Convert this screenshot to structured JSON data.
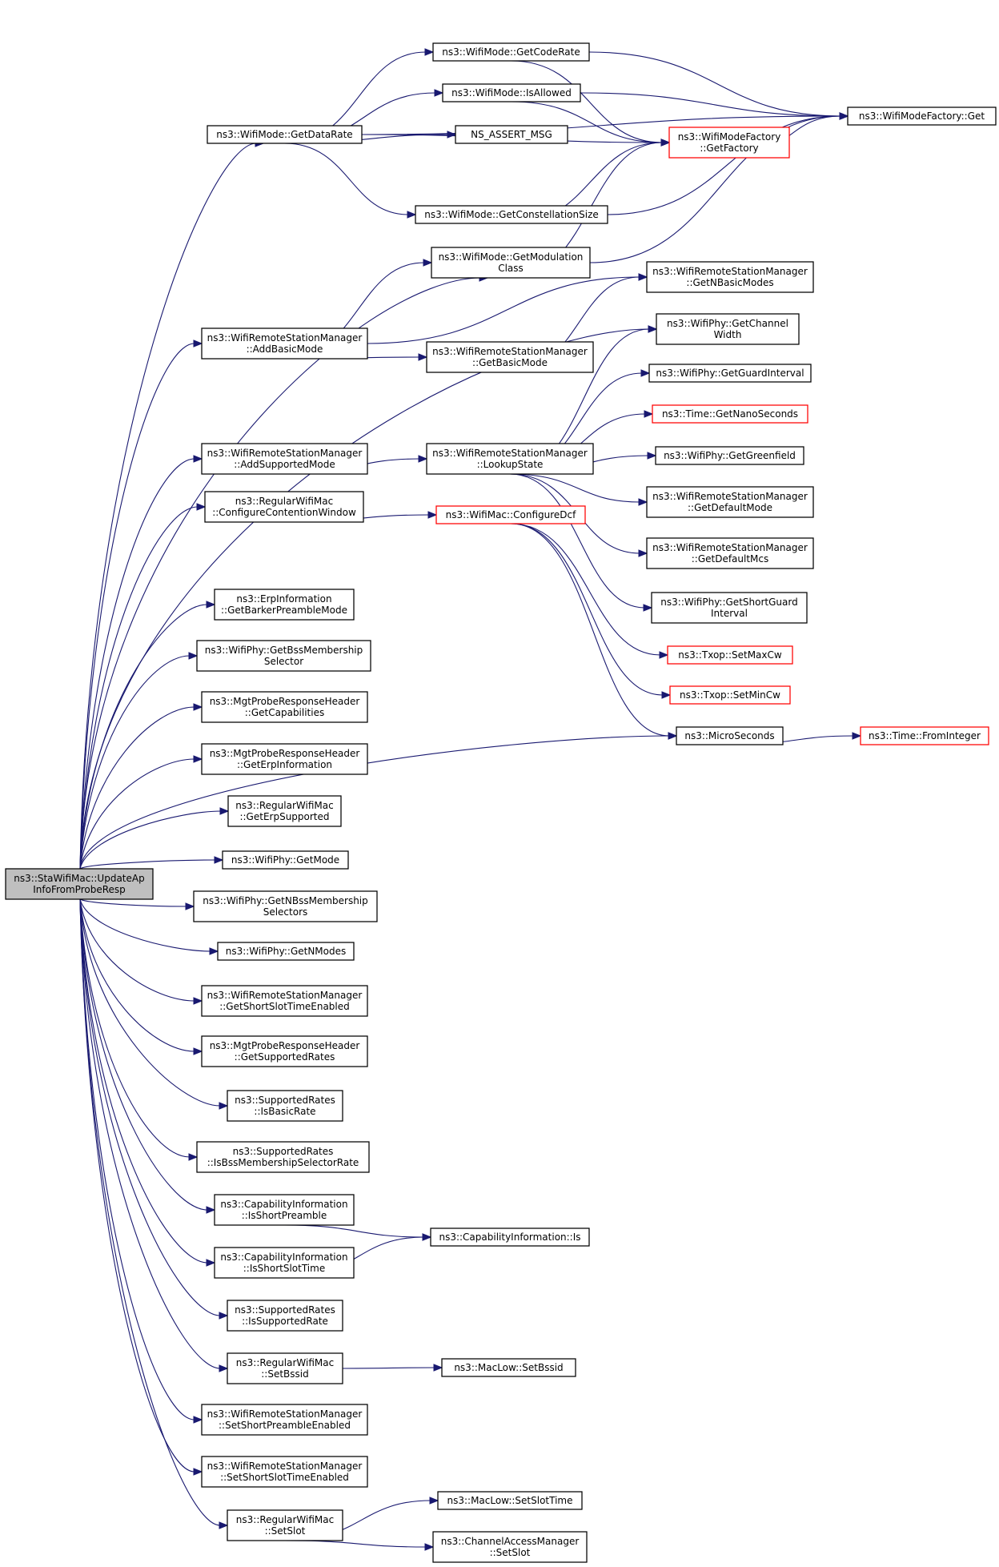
{
  "colors": {
    "edge": "#191970",
    "border_normal": "#000000",
    "border_truncated": "#ff0000",
    "root_fill": "#bfbfbf",
    "node_fill": "#ffffff"
  },
  "nodes": [
    {
      "id": "root",
      "lines": [
        "ns3::StaWifiMac::UpdateAp",
        "InfoFromProbeResp"
      ],
      "style": "root"
    },
    {
      "id": "getDataRate",
      "lines": [
        "ns3::WifiMode::GetDataRate"
      ],
      "style": "normal"
    },
    {
      "id": "getCodeRate",
      "lines": [
        "ns3::WifiMode::GetCodeRate"
      ],
      "style": "normal"
    },
    {
      "id": "isAllowed",
      "lines": [
        "ns3::WifiMode::IsAllowed"
      ],
      "style": "normal"
    },
    {
      "id": "assertMsg",
      "lines": [
        "NS_ASSERT_MSG"
      ],
      "style": "normal"
    },
    {
      "id": "getConstellation",
      "lines": [
        "ns3::WifiMode::GetConstellationSize"
      ],
      "style": "normal"
    },
    {
      "id": "getFactory",
      "lines": [
        "ns3::WifiModeFactory",
        "::GetFactory"
      ],
      "style": "truncated"
    },
    {
      "id": "factoryGet",
      "lines": [
        "ns3::WifiModeFactory::Get"
      ],
      "style": "normal"
    },
    {
      "id": "getModClass",
      "lines": [
        "ns3::WifiMode::GetModulation",
        "Class"
      ],
      "style": "normal"
    },
    {
      "id": "addBasicMode",
      "lines": [
        "ns3::WifiRemoteStationManager",
        "::AddBasicMode"
      ],
      "style": "normal"
    },
    {
      "id": "getNBasicModes",
      "lines": [
        "ns3::WifiRemoteStationManager",
        "::GetNBasicModes"
      ],
      "style": "normal"
    },
    {
      "id": "getBasicMode",
      "lines": [
        "ns3::WifiRemoteStationManager",
        "::GetBasicMode"
      ],
      "style": "normal"
    },
    {
      "id": "getChannelWidth",
      "lines": [
        "ns3::WifiPhy::GetChannel",
        "Width"
      ],
      "style": "normal"
    },
    {
      "id": "getGuardInterval",
      "lines": [
        "ns3::WifiPhy::GetGuardInterval"
      ],
      "style": "normal"
    },
    {
      "id": "getNanoSeconds",
      "lines": [
        "ns3::Time::GetNanoSeconds"
      ],
      "style": "truncated"
    },
    {
      "id": "addSupportedMode",
      "lines": [
        "ns3::WifiRemoteStationManager",
        "::AddSupportedMode"
      ],
      "style": "normal"
    },
    {
      "id": "lookupState",
      "lines": [
        "ns3::WifiRemoteStationManager",
        "::LookupState"
      ],
      "style": "normal"
    },
    {
      "id": "getGreenfield",
      "lines": [
        "ns3::WifiPhy::GetGreenfield"
      ],
      "style": "normal"
    },
    {
      "id": "getDefaultMode",
      "lines": [
        "ns3::WifiRemoteStationManager",
        "::GetDefaultMode"
      ],
      "style": "normal"
    },
    {
      "id": "configCW",
      "lines": [
        "ns3::RegularWifiMac",
        "::ConfigureContentionWindow"
      ],
      "style": "normal"
    },
    {
      "id": "configDcf",
      "lines": [
        "ns3::WifiMac::ConfigureDcf"
      ],
      "style": "truncated"
    },
    {
      "id": "getDefaultMcs",
      "lines": [
        "ns3::WifiRemoteStationManager",
        "::GetDefaultMcs"
      ],
      "style": "normal"
    },
    {
      "id": "getShortGuard",
      "lines": [
        "ns3::WifiPhy::GetShortGuard",
        "Interval"
      ],
      "style": "normal"
    },
    {
      "id": "setMaxCw",
      "lines": [
        "ns3::Txop::SetMaxCw"
      ],
      "style": "truncated"
    },
    {
      "id": "setMinCw",
      "lines": [
        "ns3::Txop::SetMinCw"
      ],
      "style": "truncated"
    },
    {
      "id": "microSeconds",
      "lines": [
        "ns3::MicroSeconds"
      ],
      "style": "normal"
    },
    {
      "id": "fromInteger",
      "lines": [
        "ns3::Time::FromInteger"
      ],
      "style": "truncated"
    },
    {
      "id": "getBarker",
      "lines": [
        "ns3::ErpInformation",
        "::GetBarkerPreambleMode"
      ],
      "style": "normal"
    },
    {
      "id": "getBssSel",
      "lines": [
        "ns3::WifiPhy::GetBssMembership",
        "Selector"
      ],
      "style": "normal"
    },
    {
      "id": "getCaps",
      "lines": [
        "ns3::MgtProbeResponseHeader",
        "::GetCapabilities"
      ],
      "style": "normal"
    },
    {
      "id": "getErpInfo",
      "lines": [
        "ns3::MgtProbeResponseHeader",
        "::GetErpInformation"
      ],
      "style": "normal"
    },
    {
      "id": "getErpSup",
      "lines": [
        "ns3::RegularWifiMac",
        "::GetErpSupported"
      ],
      "style": "normal"
    },
    {
      "id": "getMode",
      "lines": [
        "ns3::WifiPhy::GetMode"
      ],
      "style": "normal"
    },
    {
      "id": "getNBss",
      "lines": [
        "ns3::WifiPhy::GetNBssMembership",
        "Selectors"
      ],
      "style": "normal"
    },
    {
      "id": "getNModes",
      "lines": [
        "ns3::WifiPhy::GetNModes"
      ],
      "style": "normal"
    },
    {
      "id": "getShortSlotEn",
      "lines": [
        "ns3::WifiRemoteStationManager",
        "::GetShortSlotTimeEnabled"
      ],
      "style": "normal"
    },
    {
      "id": "getSupRates",
      "lines": [
        "ns3::MgtProbeResponseHeader",
        "::GetSupportedRates"
      ],
      "style": "normal"
    },
    {
      "id": "isBasicRate",
      "lines": [
        "ns3::SupportedRates",
        "::IsBasicRate"
      ],
      "style": "normal"
    },
    {
      "id": "isBssSelRate",
      "lines": [
        "ns3::SupportedRates",
        "::IsBssMembershipSelectorRate"
      ],
      "style": "normal"
    },
    {
      "id": "isShortPreamble",
      "lines": [
        "ns3::CapabilityInformation",
        "::IsShortPreamble"
      ],
      "style": "normal"
    },
    {
      "id": "capIs",
      "lines": [
        "ns3::CapabilityInformation::Is"
      ],
      "style": "normal"
    },
    {
      "id": "isShortSlot",
      "lines": [
        "ns3::CapabilityInformation",
        "::IsShortSlotTime"
      ],
      "style": "normal"
    },
    {
      "id": "isSupRate",
      "lines": [
        "ns3::SupportedRates",
        "::IsSupportedRate"
      ],
      "style": "normal"
    },
    {
      "id": "setBssid",
      "lines": [
        "ns3::RegularWifiMac",
        "::SetBssid"
      ],
      "style": "normal"
    },
    {
      "id": "macSetBssid",
      "lines": [
        "ns3::MacLow::SetBssid"
      ],
      "style": "normal"
    },
    {
      "id": "setShortPreEn",
      "lines": [
        "ns3::WifiRemoteStationManager",
        "::SetShortPreambleEnabled"
      ],
      "style": "normal"
    },
    {
      "id": "setShortSlotEn",
      "lines": [
        "ns3::WifiRemoteStationManager",
        "::SetShortSlotTimeEnabled"
      ],
      "style": "normal"
    },
    {
      "id": "setSlot",
      "lines": [
        "ns3::RegularWifiMac",
        "::SetSlot"
      ],
      "style": "normal"
    },
    {
      "id": "macSetSlotTime",
      "lines": [
        "ns3::MacLow::SetSlotTime"
      ],
      "style": "normal"
    },
    {
      "id": "camSetSlot",
      "lines": [
        "ns3::ChannelAccessManager",
        "::SetSlot"
      ],
      "style": "normal"
    }
  ],
  "edges": [
    [
      "root",
      "getDataRate"
    ],
    [
      "root",
      "getModClass"
    ],
    [
      "root",
      "addBasicMode"
    ],
    [
      "root",
      "getChannelWidth"
    ],
    [
      "root",
      "addSupportedMode"
    ],
    [
      "root",
      "configCW"
    ],
    [
      "root",
      "microSeconds"
    ],
    [
      "root",
      "getBarker"
    ],
    [
      "root",
      "getBssSel"
    ],
    [
      "root",
      "getCaps"
    ],
    [
      "root",
      "getErpInfo"
    ],
    [
      "root",
      "getErpSup"
    ],
    [
      "root",
      "getMode"
    ],
    [
      "root",
      "getNBss"
    ],
    [
      "root",
      "getNModes"
    ],
    [
      "root",
      "getShortSlotEn"
    ],
    [
      "root",
      "getSupRates"
    ],
    [
      "root",
      "isBasicRate"
    ],
    [
      "root",
      "isBssSelRate"
    ],
    [
      "root",
      "isShortPreamble"
    ],
    [
      "root",
      "isShortSlot"
    ],
    [
      "root",
      "isSupRate"
    ],
    [
      "root",
      "setBssid"
    ],
    [
      "root",
      "setShortPreEn"
    ],
    [
      "root",
      "setShortSlotEn"
    ],
    [
      "root",
      "setSlot"
    ],
    [
      "getDataRate",
      "factoryGet"
    ],
    [
      "getDataRate",
      "getCodeRate"
    ],
    [
      "getDataRate",
      "isAllowed"
    ],
    [
      "getDataRate",
      "assertMsg"
    ],
    [
      "getDataRate",
      "getFactory"
    ],
    [
      "getDataRate",
      "getConstellation"
    ],
    [
      "getCodeRate",
      "factoryGet"
    ],
    [
      "getCodeRate",
      "getFactory"
    ],
    [
      "isAllowed",
      "factoryGet"
    ],
    [
      "isAllowed",
      "getFactory"
    ],
    [
      "getConstellation",
      "factoryGet"
    ],
    [
      "getConstellation",
      "getFactory"
    ],
    [
      "getFactory",
      "factoryGet"
    ],
    [
      "getModClass",
      "factoryGet"
    ],
    [
      "getModClass",
      "getFactory"
    ],
    [
      "addBasicMode",
      "getModClass"
    ],
    [
      "addBasicMode",
      "getNBasicModes"
    ],
    [
      "addBasicMode",
      "getBasicMode"
    ],
    [
      "getBasicMode",
      "getNBasicModes"
    ],
    [
      "addSupportedMode",
      "lookupState"
    ],
    [
      "lookupState",
      "getChannelWidth"
    ],
    [
      "lookupState",
      "getGuardInterval"
    ],
    [
      "lookupState",
      "getNanoSeconds"
    ],
    [
      "lookupState",
      "getGreenfield"
    ],
    [
      "lookupState",
      "getDefaultMode"
    ],
    [
      "lookupState",
      "getDefaultMcs"
    ],
    [
      "lookupState",
      "getShortGuard"
    ],
    [
      "configCW",
      "configDcf"
    ],
    [
      "configDcf",
      "setMaxCw"
    ],
    [
      "configDcf",
      "setMinCw"
    ],
    [
      "configDcf",
      "microSeconds"
    ],
    [
      "microSeconds",
      "fromInteger"
    ],
    [
      "isShortPreamble",
      "capIs"
    ],
    [
      "isShortSlot",
      "capIs"
    ],
    [
      "setBssid",
      "macSetBssid"
    ],
    [
      "setSlot",
      "macSetSlotTime"
    ],
    [
      "setSlot",
      "camSetSlot"
    ]
  ]
}
